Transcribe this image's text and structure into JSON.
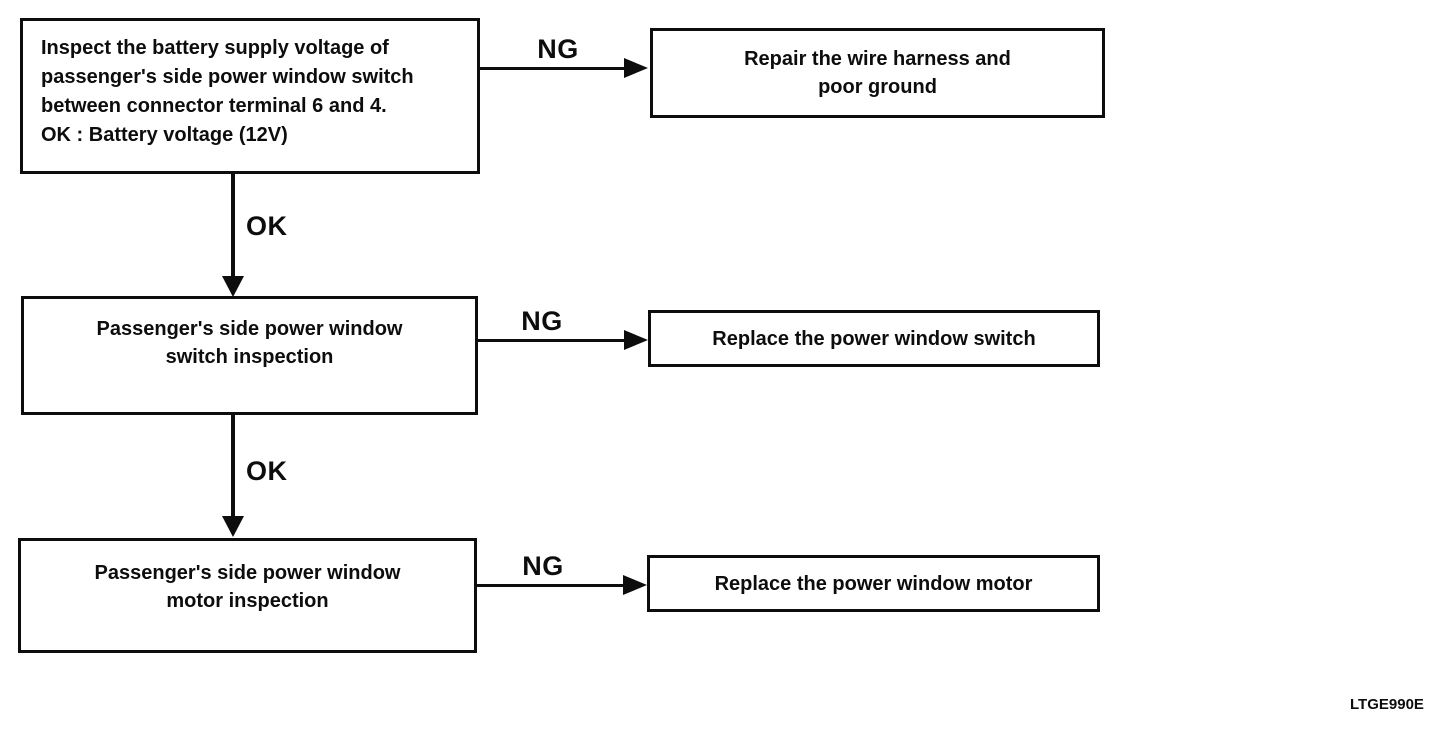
{
  "flowchart": {
    "step1": {
      "line1": "Inspect the battery supply voltage of",
      "line2": "passenger's side power window switch",
      "line3": "between connector terminal 6 and 4.",
      "line4": "OK : Battery voltage (12V)"
    },
    "action1": {
      "line1": "Repair the wire harness and",
      "line2": "poor ground"
    },
    "step2": {
      "line1": "Passenger's side power window",
      "line2": "switch inspection"
    },
    "action2": {
      "line1": "Replace the power window switch"
    },
    "step3": {
      "line1": "Passenger's side power window",
      "line2": "motor inspection"
    },
    "action3": {
      "line1": "Replace the power window motor"
    },
    "connectors": {
      "ng1": "NG",
      "ok1": "OK",
      "ng2": "NG",
      "ok2": "OK",
      "ng3": "NG"
    },
    "figure_code": "LTGE990E",
    "colors": {
      "ink": "#0d0d0d",
      "background": "#ffffff"
    }
  }
}
